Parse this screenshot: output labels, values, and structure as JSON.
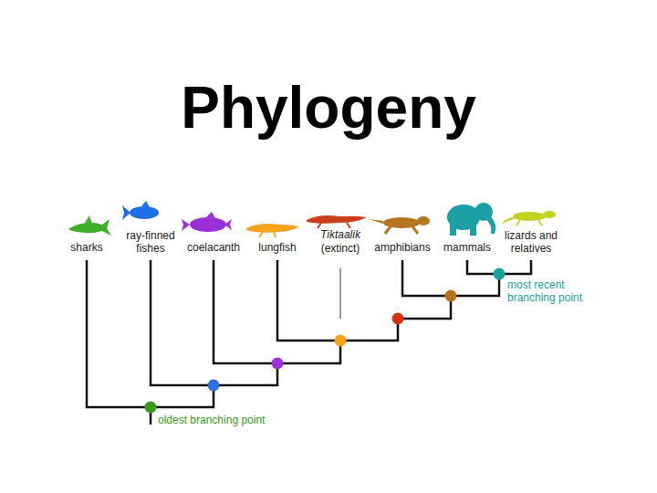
{
  "diagram": {
    "title": "Phylogeny",
    "labels": [
      "sharks",
      "ray-finned fishes",
      "coelacanth",
      "lungfish",
      "Tiktaalik",
      "(extinct)",
      "amphibians",
      "mammals",
      "lizards and relatives",
      "oldest branching point",
      "most recent branching point"
    ]
  }
}
